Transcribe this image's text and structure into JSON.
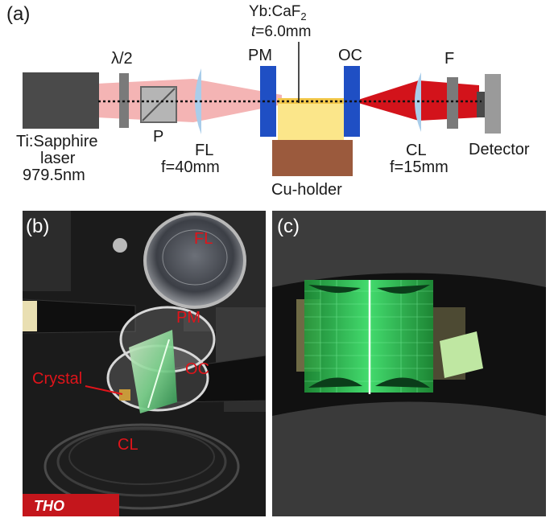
{
  "panel_a": {
    "label": "(a)",
    "half_wave": "λ/2",
    "polarizer": "P",
    "laser_line1": "Ti:Sapphire",
    "laser_line2": "laser",
    "laser_line3": "979.5nm",
    "fl_name": "FL",
    "fl_focal": "f=40mm",
    "crystal_line1": "Yb:CaF",
    "crystal_sub": "2",
    "crystal_line2_t": "t",
    "crystal_line2_rest": "=6.0mm",
    "pm": "PM",
    "oc": "OC",
    "holder": "Cu-holder",
    "cl_name": "CL",
    "cl_focal": "f=15mm",
    "filter": "F",
    "detector": "Detector"
  },
  "panel_b": {
    "label": "(b)",
    "fl": "FL",
    "pm": "PM",
    "oc": "OC",
    "crystal": "Crystal",
    "cl": "CL",
    "brand_fragment": "THO"
  },
  "panel_c": {
    "label": "(c)"
  },
  "colors": {
    "laser_box": "#4a4a4a",
    "optic_gray": "#7a7a7a",
    "mirror_blue": "#1f4fc4",
    "lens_blue": "#a9cdea",
    "pump_beam": "#f4b4b4",
    "output_beam": "#d3131b",
    "crystal_yellow": "#fbe68a",
    "holder_brown": "#9b5a3d",
    "label_red": "#e0141a",
    "fluorescence_green": "#3cff7a"
  }
}
